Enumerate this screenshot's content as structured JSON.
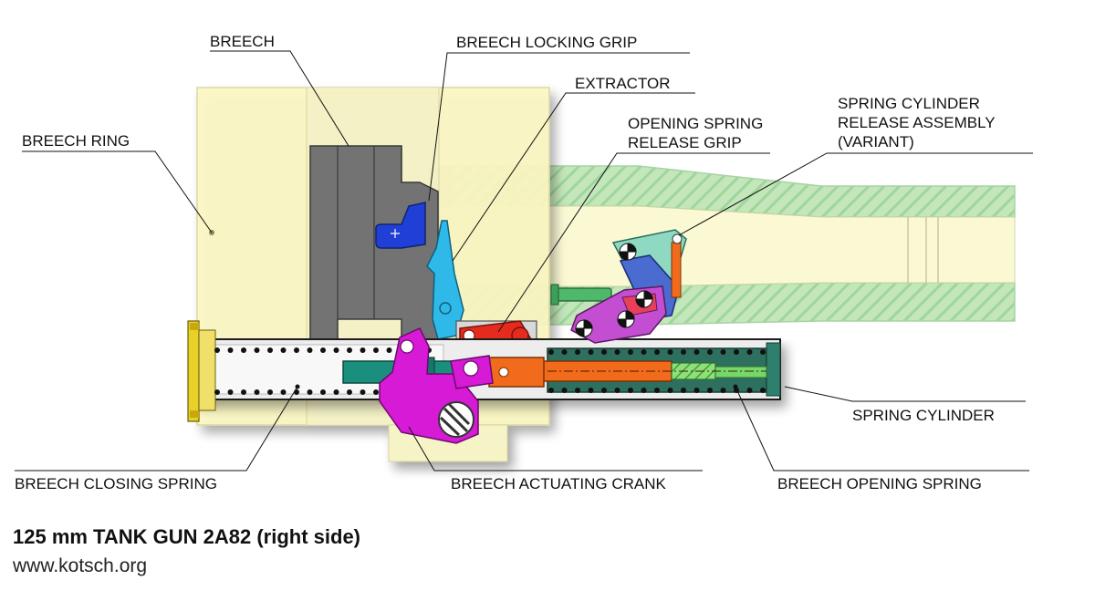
{
  "labels": {
    "breech": "BREECH",
    "breech_locking_grip": "BREECH LOCKING GRIP",
    "extractor": "EXTRACTOR",
    "opening_spring_release_grip_1": "OPENING SPRING",
    "opening_spring_release_grip_2": "RELEASE GRIP",
    "spring_cylinder_release_1": "SPRING CYLINDER",
    "spring_cylinder_release_2": "RELEASE ASSEMBLY",
    "spring_cylinder_release_3": "(VARIANT)",
    "breech_ring": "BREECH RING",
    "spring_cylinder": "SPRING CYLINDER",
    "breech_closing_spring": "BREECH CLOSING SPRING",
    "breech_actuating_crank": "BREECH ACTUATING CRANK",
    "breech_opening_spring": "BREECH OPENING SPRING"
  },
  "caption": {
    "title": "125 mm TANK GUN 2A82 (right side)",
    "url": "www.kotsch.org"
  },
  "colors": {
    "breech_ring": "#fbf7c3",
    "barrel_hatch": "#8fcf8a",
    "breech_block": "#737373",
    "locking_grip": "#1f3fd6",
    "extractor": "#2fb9e8",
    "release_grip": "#e52b1d",
    "crank": "#d61ad6",
    "push_rod": "#1a8f7d",
    "orange_slide": "#f26a1b",
    "release_assembly_teal": "#8fd9c2",
    "release_assembly_blue": "#4a6cd1",
    "release_assembly_purple": "#c44ed1",
    "spring_coil": "#111111"
  }
}
